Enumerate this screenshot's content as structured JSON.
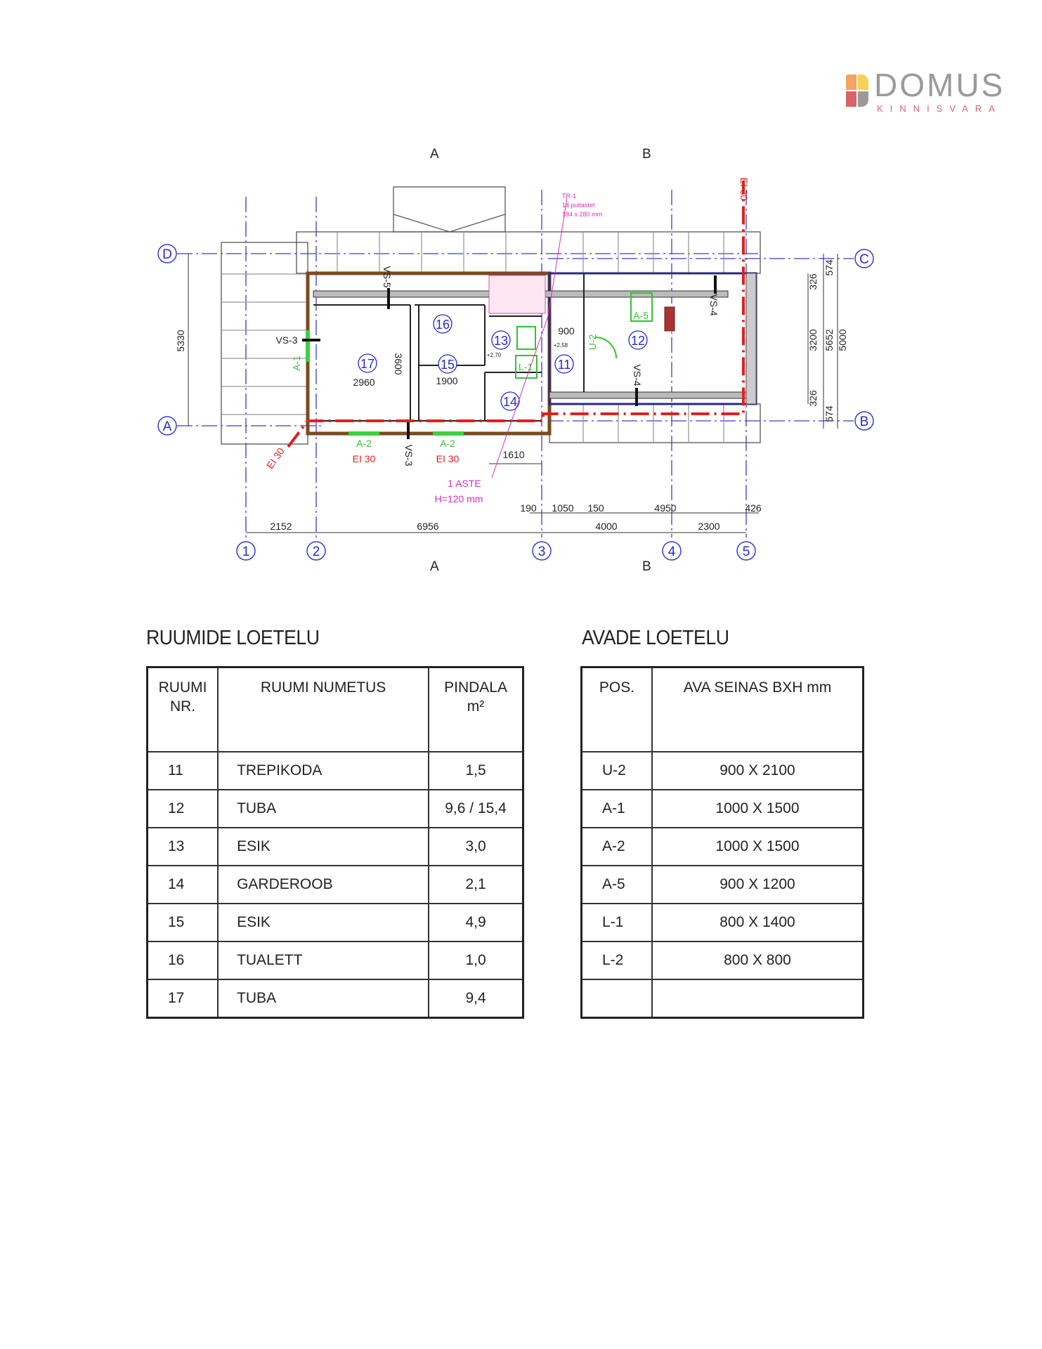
{
  "logo": {
    "word": "DOMUS",
    "sub": "KINNISVARA",
    "colors": [
      "#f4a460",
      "#f7d154",
      "#d9636a",
      "#9a9a9a"
    ]
  },
  "plan": {
    "sections": {
      "a": "A",
      "b": "B"
    },
    "axes_letters": [
      "D",
      "A",
      "C",
      "B"
    ],
    "axes_numbers": [
      "1",
      "2",
      "3",
      "4",
      "5"
    ],
    "rooms": [
      "17",
      "16",
      "15",
      "13",
      "14",
      "11",
      "12"
    ],
    "dims": {
      "d5330": "5330",
      "d2960": "2960",
      "d3600": "3600",
      "d1900": "1900",
      "d900": "900",
      "d1610": "1610",
      "d190": "190",
      "d1050": "1050",
      "d150": "150",
      "d4950": "4950",
      "d426": "426",
      "d2152": "2152",
      "d6956": "6956",
      "d4000": "4000",
      "d2300": "2300",
      "r574a": "574",
      "r326a": "326",
      "r3200": "3200",
      "r5652": "5652",
      "r5000": "5000",
      "r326b": "326",
      "r574b": "574"
    },
    "labels": {
      "vs5": "VS-5",
      "vs3a": "VS-3",
      "vs3b": "VS-3",
      "vs4a": "VS-4",
      "vs4b": "VS-4",
      "a1": "A-1",
      "a2a": "A-2",
      "a2b": "A-2",
      "a5": "A-5",
      "u2": "U-2",
      "l1": "L-1",
      "ei30a": "EI 30",
      "ei30b": "EI 30",
      "ei30c": "EI 30",
      "ei30d": "EI 30",
      "aste": "1 ASTE",
      "h120": "H=120 mm",
      "tr1": "TR-1",
      "tr1b": "14 puitastet",
      "tr1c": "184 x 280 mm",
      "lvl1": "+2,70",
      "lvl2": "+2,58"
    }
  },
  "rooms_table": {
    "title": "RUUMIDE LOETELU",
    "headers": [
      "RUUMI",
      "NR.",
      "RUUMI NUMETUS",
      "PINDALA",
      "m²"
    ],
    "rows": [
      {
        "nr": "11",
        "name": "TREPIKODA",
        "area": "1,5"
      },
      {
        "nr": "12",
        "name": "TUBA",
        "area": "9,6 / 15,4"
      },
      {
        "nr": "13",
        "name": "ESIK",
        "area": "3,0"
      },
      {
        "nr": "14",
        "name": "GARDEROOB",
        "area": "2,1"
      },
      {
        "nr": "15",
        "name": "ESIK",
        "area": "4,9"
      },
      {
        "nr": "16",
        "name": "TUALETT",
        "area": "1,0"
      },
      {
        "nr": "17",
        "name": "TUBA",
        "area": "9,4"
      }
    ]
  },
  "openings_table": {
    "title": "AVADE LOETELU",
    "headers": [
      "POS.",
      "AVA SEINAS BXH mm"
    ],
    "rows": [
      {
        "pos": "U-2",
        "size": "900 X 2100"
      },
      {
        "pos": "A-1",
        "size": "1000 X 1500"
      },
      {
        "pos": "A-2",
        "size": "1000 X 1500"
      },
      {
        "pos": "A-5",
        "size": "900 X 1200"
      },
      {
        "pos": "L-1",
        "size": "800 X 1400"
      },
      {
        "pos": "L-2",
        "size": "800 X 800"
      },
      {
        "pos": "",
        "size": ""
      }
    ]
  }
}
